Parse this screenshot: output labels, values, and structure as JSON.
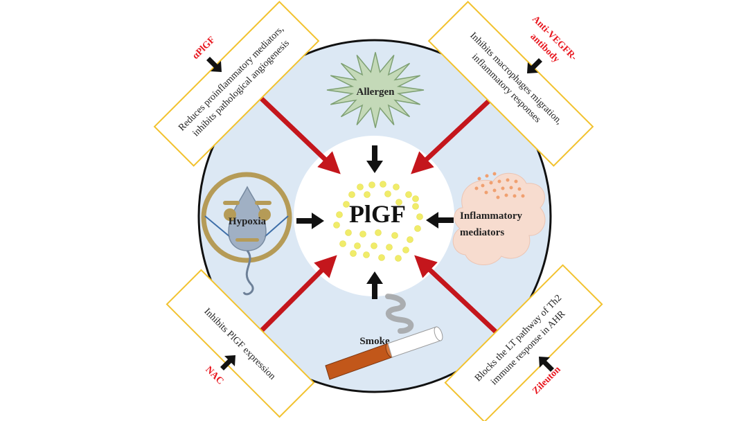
{
  "center": {
    "label": "PlGF"
  },
  "stimuli": {
    "allergen": "Allergen",
    "hypoxia": "Hypoxia",
    "inflammatory_line1": "Inflammatory",
    "inflammatory_line2": "mediators",
    "smoke": "Smoke"
  },
  "treatments": [
    {
      "drug": "αPlGF",
      "line1": "Reduces proinflammatory mediators,",
      "line2": "inhibits pathological angiogenesis"
    },
    {
      "drug_line1": "Anti-VEGFR-",
      "drug_line2": "antibody",
      "line1": "Inhibits macrophages migration,",
      "line2": "inflammatory responses"
    },
    {
      "drug": "NAC",
      "line1": "Inhibits PlGF expression",
      "line2": ""
    },
    {
      "drug": "Zileuton",
      "line1": "Blocks the LT pathway of Th2",
      "line2": "immune response in AHR"
    }
  ],
  "colors": {
    "outer_circle_fill": "#dce8f4",
    "inner_circle_fill": "#ffffff",
    "red_arrow": "#c4161c",
    "box_border": "#f2c22e",
    "drug_text": "#e8161e",
    "plgf_dot": "#f0ec6a",
    "allergen_fill": "#c4d9b8",
    "hypoxia_ring": "#b59b57",
    "inflammatory_fill": "#f7dccf",
    "inflammatory_dot": "#f0a070",
    "cigarette_orange": "#c2571a",
    "smoke_grey": "#9a9a9a"
  }
}
